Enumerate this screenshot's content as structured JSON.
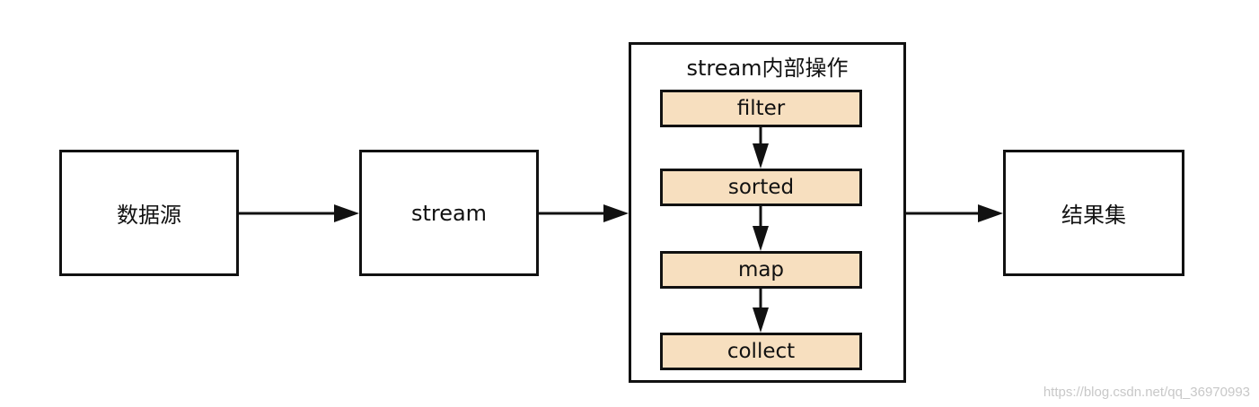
{
  "nodes": {
    "source": "数据源",
    "stream": "stream",
    "result": "结果集"
  },
  "container": {
    "title": "stream内部操作",
    "steps": [
      "filter",
      "sorted",
      "map",
      "collect"
    ]
  },
  "watermark": "https://blog.csdn.net/qq_36970993",
  "colors": {
    "stroke": "#111111",
    "step_fill": "#f7dfbf",
    "background": "#ffffff"
  }
}
